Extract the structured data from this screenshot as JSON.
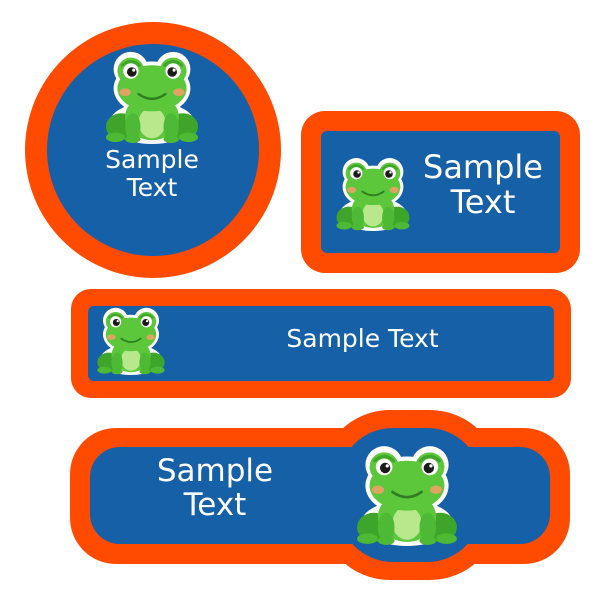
{
  "colors": {
    "border": "#FF4B00",
    "fill": "#1660A8",
    "text": "#FFFFFF",
    "frog_body": "#5CC73B",
    "frog_dark": "#3FA52A",
    "frog_belly": "#B9E88C",
    "frog_cheek": "#F59E6A"
  },
  "labels": {
    "circle": {
      "line1": "Sample",
      "line2": "Text"
    },
    "rect": {
      "line1": "Sample",
      "line2": "Text"
    },
    "wide": {
      "line1": "Sample Text"
    },
    "tab": {
      "line1": "Sample",
      "line2": "Text"
    }
  },
  "icons": {
    "frog": "frog-icon"
  }
}
